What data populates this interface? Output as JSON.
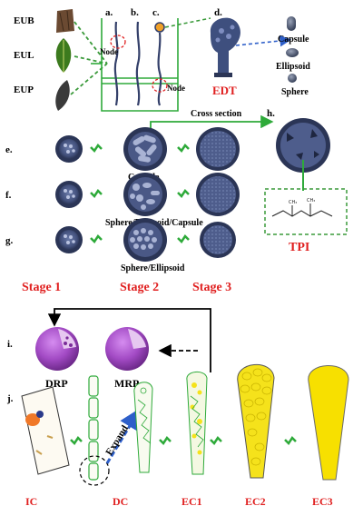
{
  "samples": {
    "eub": "EUB",
    "eul": "EUL",
    "eup": "EUP"
  },
  "panels": {
    "a": "a.",
    "b": "b.",
    "c": "c.",
    "d": "d.",
    "e": "e.",
    "f": "f.",
    "g": "g.",
    "h": "h.",
    "i": "i.",
    "j": "j."
  },
  "node_labels": {
    "node1": "Node",
    "node2": "Node"
  },
  "edt": "EDT",
  "shapes": {
    "capsule": "Capsule",
    "ellipsoid": "Ellipsoid",
    "sphere": "Sphere"
  },
  "cross_section": "Cross section",
  "particle_labels": {
    "e": "Capsule",
    "f": "Sphere/Ellipsoid/Capsule",
    "g": "Sphere/Ellipsoid"
  },
  "tpi": "TPI",
  "stages": [
    "Stage 1",
    "Stage 2",
    "Stage 3"
  ],
  "rp": {
    "drp": "DRP",
    "mrp": "MRP"
  },
  "expand": "Expand",
  "cells": [
    "IC",
    "DC",
    "EC1",
    "EC2",
    "EC3"
  ],
  "colors": {
    "red": "#e02020",
    "green": "#2eaa3a",
    "dashgreen": "#3a9a3a",
    "blue": "#2e5fc9",
    "purple": "#a24ac4",
    "yellow": "#f5e21b",
    "navy": "#3a4a7a"
  }
}
